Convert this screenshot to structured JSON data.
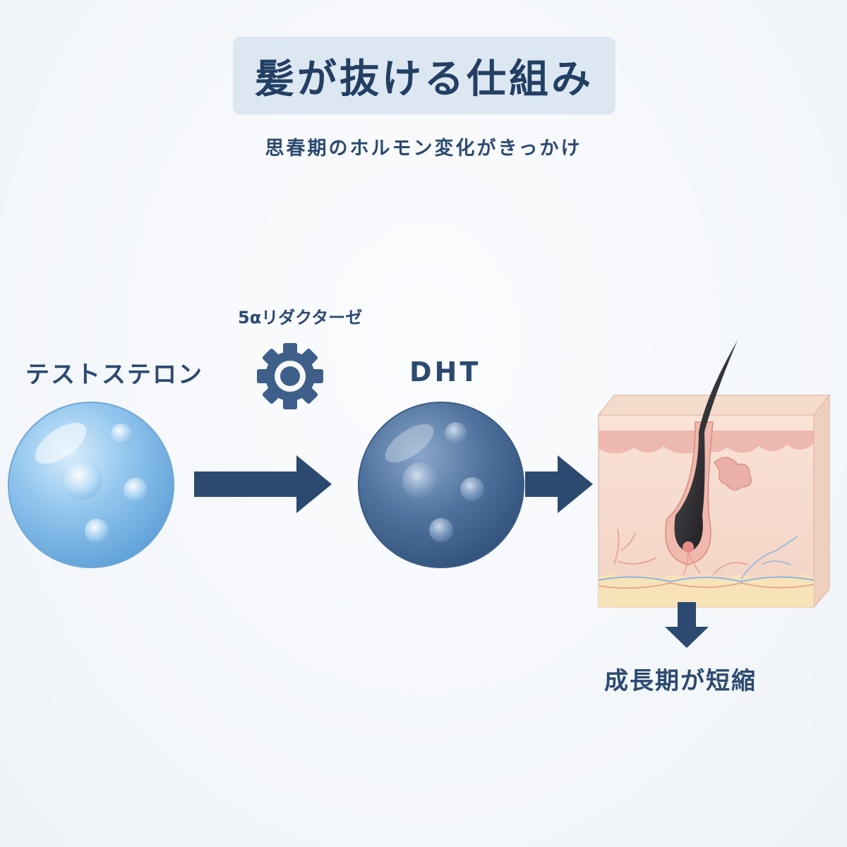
{
  "header": {
    "title": "髪が抜ける仕組み",
    "subtitle": "思春期のホルモン変化がきっかけ"
  },
  "steps": {
    "testosterone_label": "テストステロン",
    "enzyme_label": "5αリダクターゼ",
    "dht_label": "DHT",
    "result_label": "成長期が短縮"
  },
  "icons": {
    "enzyme": "gear-icon",
    "testosterone": "molecule-sphere-icon",
    "dht": "molecule-sphere-icon",
    "scalp": "hair-follicle-icon"
  },
  "colors": {
    "navy": "#2c4a70",
    "title_bg": "#dde7f2",
    "testosterone_sphere": "#7fb8e6",
    "dht_sphere": "#4a6d97",
    "skin": "#f6d9cc",
    "fat_layer": "#f8e3b8"
  }
}
